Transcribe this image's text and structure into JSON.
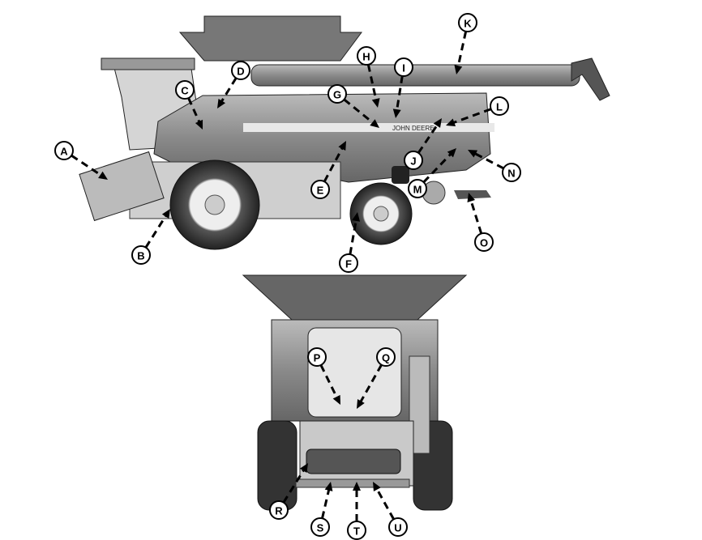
{
  "diagram": {
    "brand_text": "JOHN DEERE",
    "callouts": [
      "A",
      "B",
      "C",
      "D",
      "E",
      "F",
      "G",
      "H",
      "I",
      "J",
      "K",
      "L",
      "M",
      "N",
      "O",
      "P",
      "Q",
      "R",
      "S",
      "T",
      "U"
    ]
  }
}
